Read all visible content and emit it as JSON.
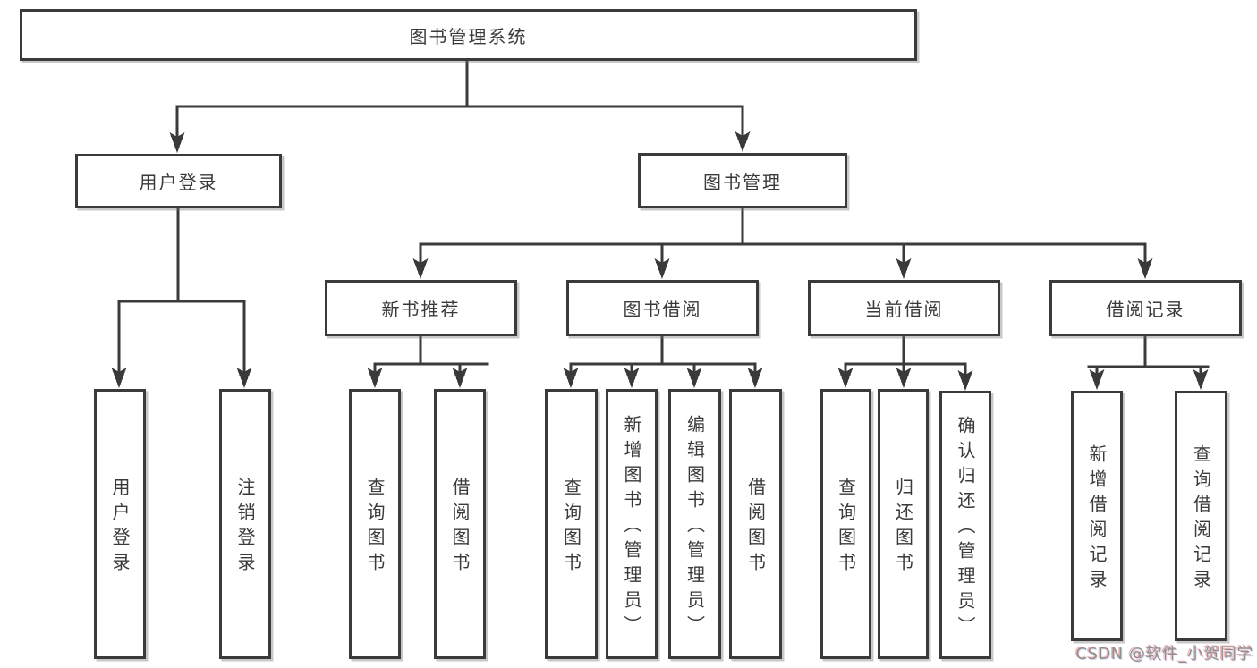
{
  "diagram": {
    "title": "图书管理系统",
    "nodes": [
      {
        "id": "root",
        "label": "图书管理系统",
        "parent": null
      },
      {
        "id": "user-login",
        "label": "用户登录",
        "parent": "root"
      },
      {
        "id": "book-mgmt",
        "label": "图书管理",
        "parent": "root"
      },
      {
        "id": "new-rec",
        "label": "新书推荐",
        "parent": "book-mgmt"
      },
      {
        "id": "book-borrow",
        "label": "图书借阅",
        "parent": "book-mgmt"
      },
      {
        "id": "cur-borrow",
        "label": "当前借阅",
        "parent": "book-mgmt"
      },
      {
        "id": "borrow-log",
        "label": "借阅记录",
        "parent": "book-mgmt"
      },
      {
        "id": "u1",
        "label": "用户登录",
        "parent": "user-login"
      },
      {
        "id": "u2",
        "label": "注销登录",
        "parent": "user-login"
      },
      {
        "id": "n1",
        "label": "查询图书",
        "parent": "new-rec"
      },
      {
        "id": "n2",
        "label": "借阅图书",
        "parent": "new-rec"
      },
      {
        "id": "b1",
        "label": "查询图书",
        "parent": "book-borrow"
      },
      {
        "id": "b2",
        "label": "新增图书（管理员）",
        "parent": "book-borrow"
      },
      {
        "id": "b3",
        "label": "编辑图书（管理员）",
        "parent": "book-borrow"
      },
      {
        "id": "b4",
        "label": "借阅图书",
        "parent": "book-borrow"
      },
      {
        "id": "c1",
        "label": "查询图书",
        "parent": "cur-borrow"
      },
      {
        "id": "c2",
        "label": "归还图书",
        "parent": "cur-borrow"
      },
      {
        "id": "c3",
        "label": "确认归还（管理员）",
        "parent": "cur-borrow"
      },
      {
        "id": "r1",
        "label": "新增借阅记录",
        "parent": "borrow-log"
      },
      {
        "id": "r2",
        "label": "查询借阅记录",
        "parent": "borrow-log"
      }
    ],
    "watermark": {
      "text": "CSDN @软件_小贺同学"
    },
    "colors": {
      "ink": "#3a3a3a",
      "background": "#ffffff",
      "box_fill": "#ffffff",
      "watermark_gray": "#8f8f8f",
      "watermark_accent": "#e05a5a"
    }
  }
}
